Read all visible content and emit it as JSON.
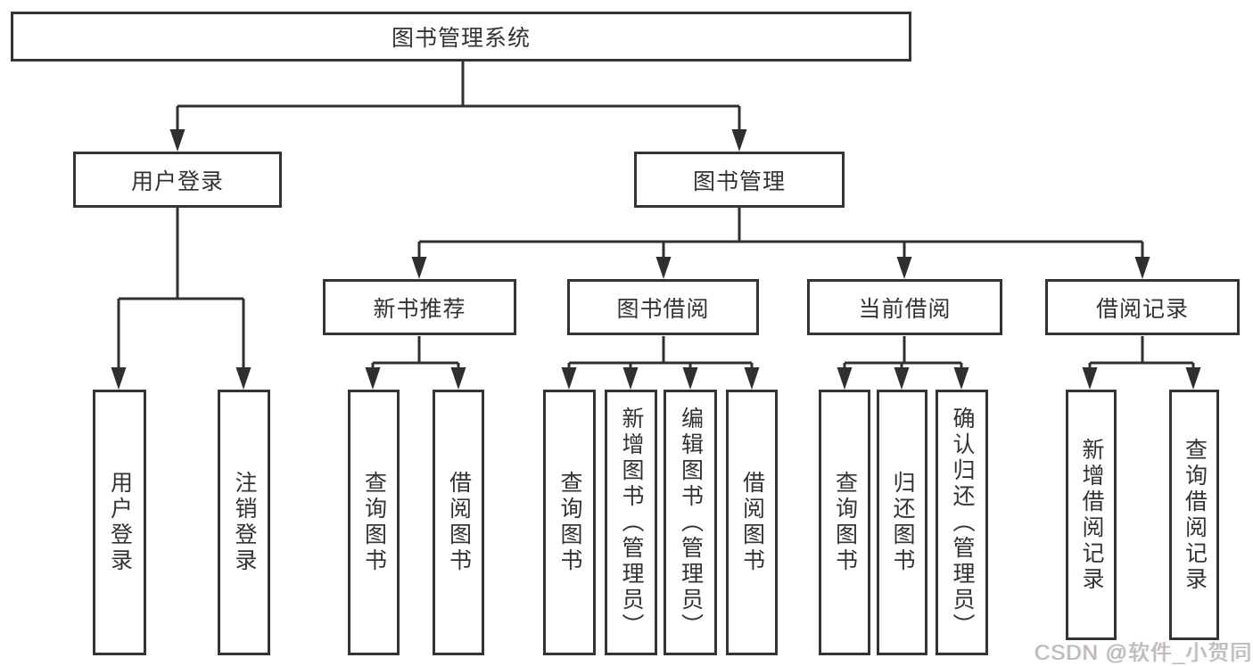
{
  "diagram": {
    "root": {
      "label": "图书管理系统"
    },
    "branches": [
      {
        "label": "用户登录",
        "children": [
          {
            "label": "用户登录"
          },
          {
            "label": "注销登录"
          }
        ]
      },
      {
        "label": "图书管理",
        "children": [
          {
            "label": "新书推荐",
            "children": [
              {
                "label": "查询图书"
              },
              {
                "label": "借阅图书"
              }
            ]
          },
          {
            "label": "图书借阅",
            "children": [
              {
                "label": "查询图书"
              },
              {
                "label": "新增图书（管理员）"
              },
              {
                "label": "编辑图书（管理员）"
              },
              {
                "label": "借阅图书"
              }
            ]
          },
          {
            "label": "当前借阅",
            "children": [
              {
                "label": "查询图书"
              },
              {
                "label": "归还图书"
              },
              {
                "label": "确认归还（管理员）"
              }
            ]
          },
          {
            "label": "借阅记录",
            "children": [
              {
                "label": "新增借阅记录"
              },
              {
                "label": "查询借阅记录"
              }
            ]
          }
        ]
      }
    ]
  },
  "watermark": {
    "text": "CSDN @软件_小贺同学"
  },
  "colors": {
    "line": "#2f2f2f",
    "border": "#343434",
    "text": "#333333",
    "watermark": "#b9b9b9"
  }
}
